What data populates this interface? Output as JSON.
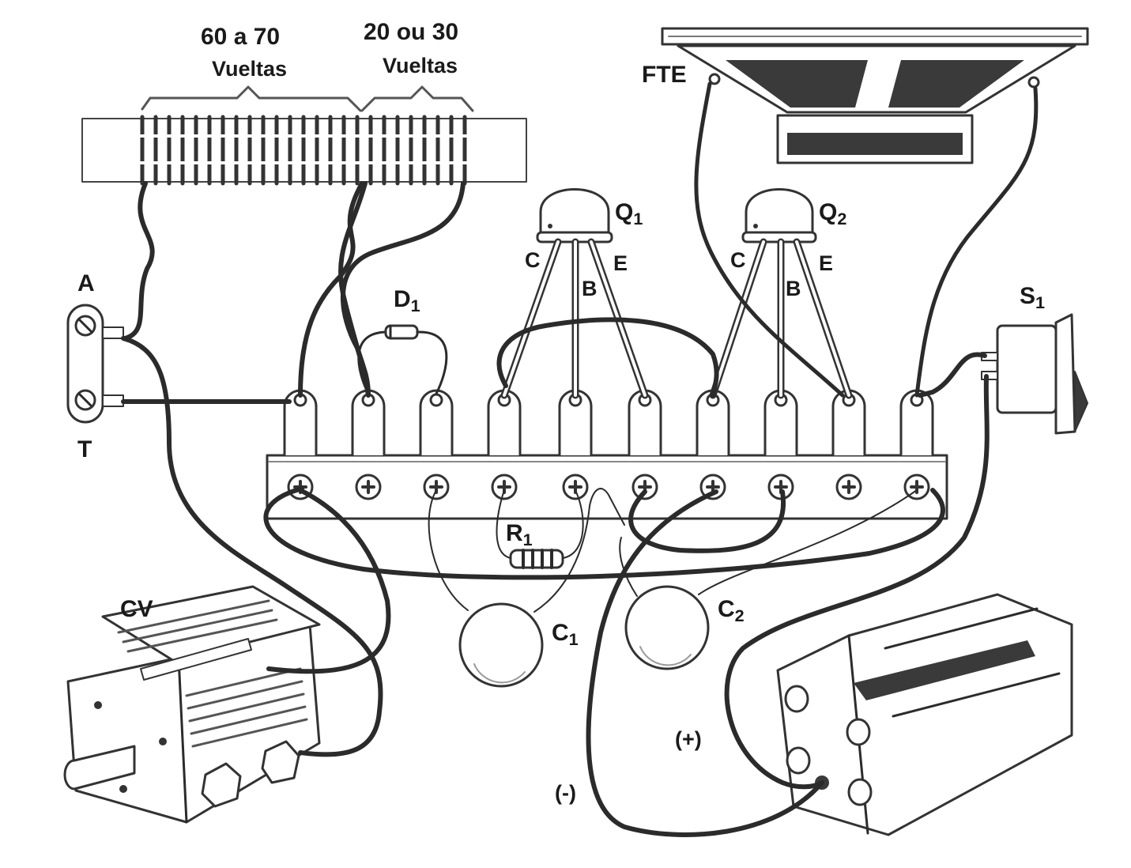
{
  "coil": {
    "section1_turns": "60 a 70",
    "section1_unit": "Vueltas",
    "section2_turns": "20 ou 30",
    "section2_unit": "Vueltas"
  },
  "antenna_ground": {
    "antenna": "A",
    "ground": "T"
  },
  "diode": {
    "letter": "D",
    "index": "1"
  },
  "resistor": {
    "letter": "R",
    "index": "1"
  },
  "transistor1": {
    "letter": "Q",
    "index": "1",
    "collector": "C",
    "base": "B",
    "emitter": "E"
  },
  "transistor2": {
    "letter": "Q",
    "index": "2",
    "collector": "C",
    "base": "B",
    "emitter": "E"
  },
  "speaker": {
    "label": "FTE"
  },
  "switch": {
    "letter": "S",
    "index": "1"
  },
  "capacitor1": {
    "letter": "C",
    "index": "1"
  },
  "capacitor2": {
    "letter": "C",
    "index": "2"
  },
  "variable_capacitor": {
    "label": "CV"
  },
  "battery": {
    "positive": "(+)",
    "negative": "(-)"
  },
  "colors": {
    "ink": "#1a1a1a",
    "wire": "#2b2b2b",
    "fill_dark": "#3a3a3a",
    "paper": "#ffffff"
  }
}
